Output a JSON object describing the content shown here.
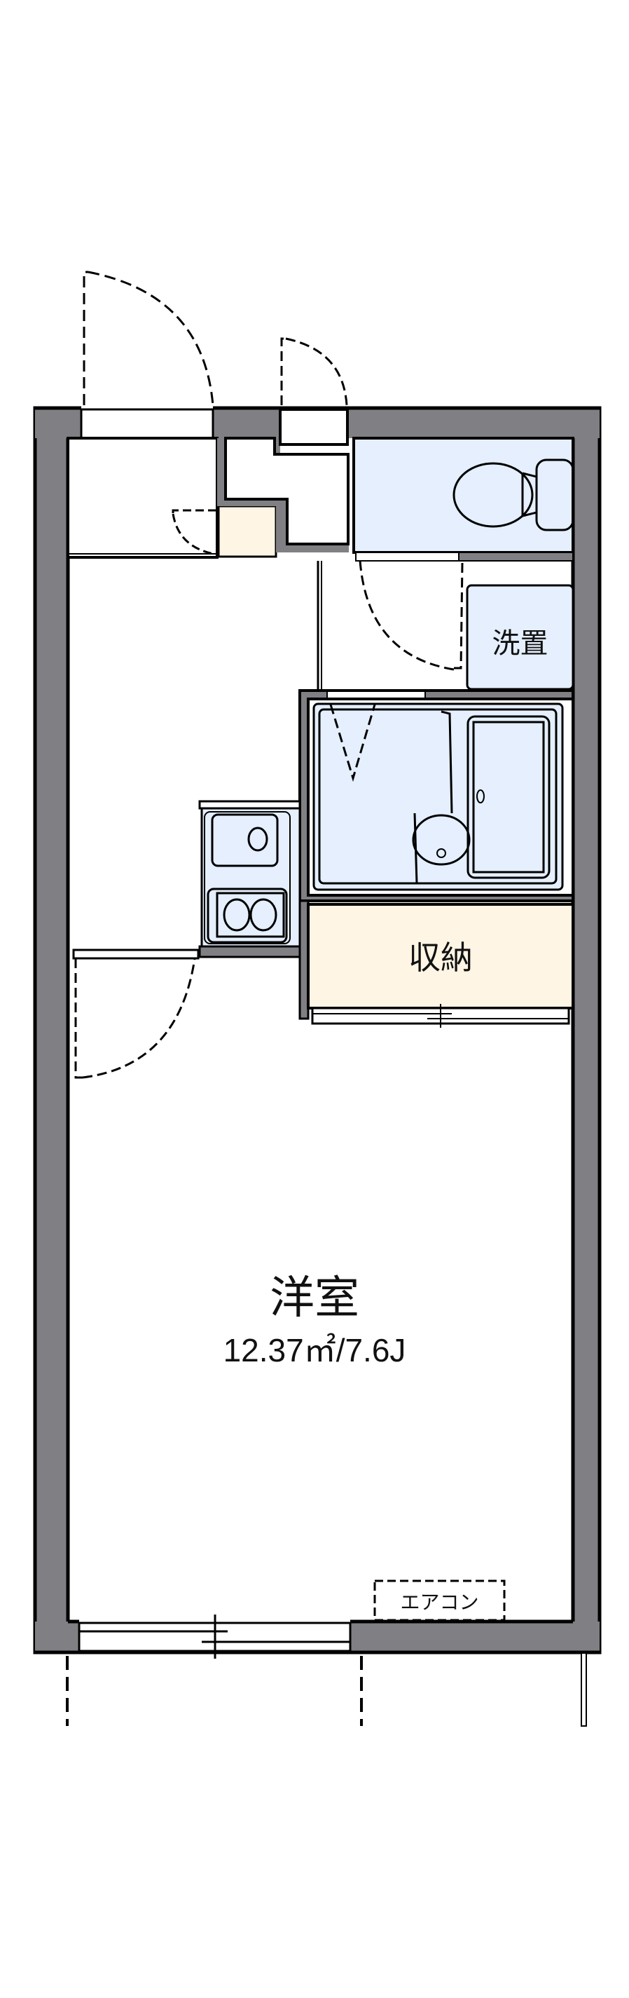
{
  "floorplan": {
    "colors": {
      "wall": "#808084",
      "wet_area": "#e5effd",
      "storage": "#fff5e4",
      "line": "#000000",
      "background": "#ffffff"
    },
    "rooms": {
      "main_room": {
        "name": "洋室",
        "area": "12.37㎡/7.6J"
      },
      "washroom": {
        "name": "洗置"
      },
      "storage": {
        "name": "収納"
      },
      "bathroom": {
        "name": ""
      },
      "toilet": {
        "name": ""
      },
      "kitchen": {
        "name": ""
      }
    },
    "fixtures": {
      "air_conditioner": "エアコン"
    }
  }
}
